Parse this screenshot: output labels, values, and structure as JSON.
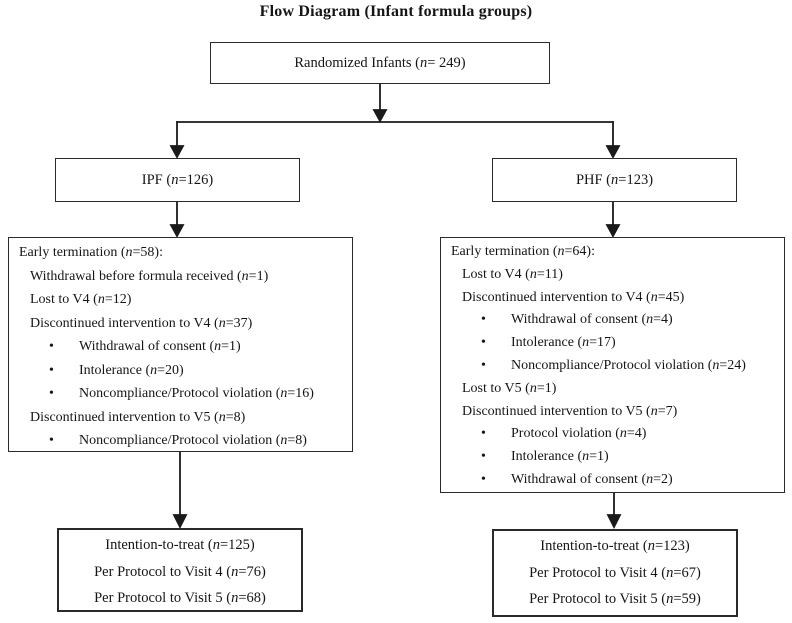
{
  "title": "Flow Diagram (Infant formula groups)",
  "colors": {
    "line": "#1a1a1a",
    "box_border": "#2a2a2a",
    "text": "#151515",
    "background": "#ffffff"
  },
  "boxes": {
    "randomized": {
      "label": "Randomized Infants (n= 249)"
    },
    "ipf": {
      "label": "IPF (n=126)"
    },
    "phf": {
      "label": "PHF (n=123)"
    },
    "ipf_termination": {
      "lines": [
        {
          "text": "Early termination (n=58):",
          "indent": 0,
          "bullet": false
        },
        {
          "text": "Withdrawal before formula received (n=1)",
          "indent": 1,
          "bullet": false
        },
        {
          "text": "Lost to V4 (n=12)",
          "indent": 1,
          "bullet": false
        },
        {
          "text": "Discontinued intervention to V4 (n=37)",
          "indent": 1,
          "bullet": false
        },
        {
          "text": "Withdrawal of consent (n=1)",
          "indent": 2,
          "bullet": true
        },
        {
          "text": "Intolerance (n=20)",
          "indent": 2,
          "bullet": true
        },
        {
          "text": "Noncompliance/Protocol violation (n=16)",
          "indent": 2,
          "bullet": true
        },
        {
          "text": "Discontinued intervention to V5 (n=8)",
          "indent": 1,
          "bullet": false
        },
        {
          "text": "Noncompliance/Protocol violation (n=8)",
          "indent": 2,
          "bullet": true
        }
      ]
    },
    "phf_termination": {
      "lines": [
        {
          "text": "Early termination (n=64):",
          "indent": 0,
          "bullet": false
        },
        {
          "text": "Lost to V4 (n=11)",
          "indent": 1,
          "bullet": false
        },
        {
          "text": "Discontinued intervention to V4 (n=45)",
          "indent": 1,
          "bullet": false
        },
        {
          "text": "Withdrawal of consent (n=4)",
          "indent": 2,
          "bullet": true
        },
        {
          "text": "Intolerance (n=17)",
          "indent": 2,
          "bullet": true
        },
        {
          "text": "Noncompliance/Protocol violation (n=24)",
          "indent": 2,
          "bullet": true
        },
        {
          "text": "Lost to V5 (n=1)",
          "indent": 1,
          "bullet": false
        },
        {
          "text": "Discontinued intervention to V5 (n=7)",
          "indent": 1,
          "bullet": false
        },
        {
          "text": "Protocol violation (n=4)",
          "indent": 2,
          "bullet": true
        },
        {
          "text": "Intolerance (n=1)",
          "indent": 2,
          "bullet": true
        },
        {
          "text": "Withdrawal of consent (n=2)",
          "indent": 2,
          "bullet": true
        }
      ]
    },
    "ipf_outcome": {
      "lines": [
        "Intention-to-treat (n=125)",
        "Per Protocol to Visit 4 (n=76)",
        "Per Protocol to Visit 5 (n=68)"
      ]
    },
    "phf_outcome": {
      "lines": [
        "Intention-to-treat (n=123)",
        "Per Protocol to Visit 4 (n=67)",
        "Per Protocol to Visit 5 (n=59)"
      ]
    }
  }
}
